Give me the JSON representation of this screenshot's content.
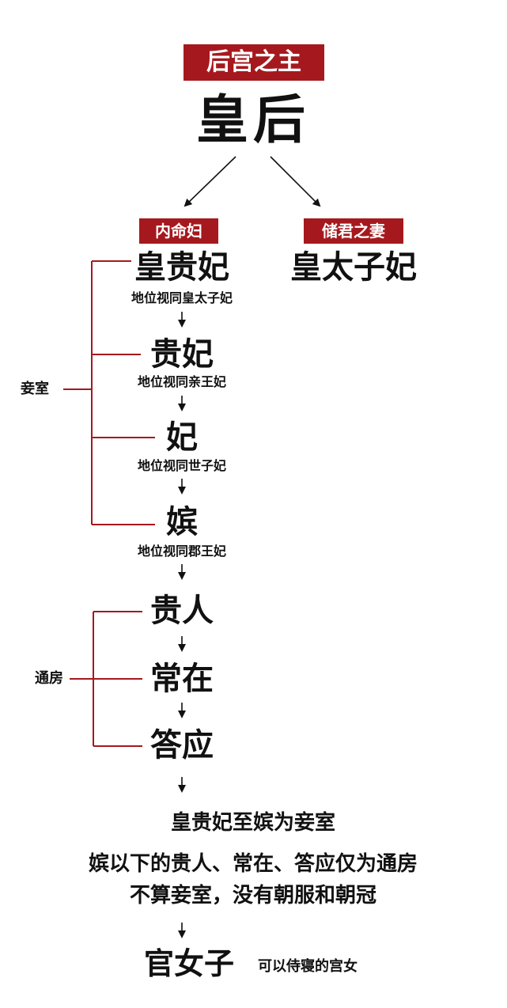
{
  "top": {
    "banner": "后宫之主",
    "title": "皇后"
  },
  "branch_left": {
    "banner": "内命妇",
    "ranks": [
      {
        "name": "皇贵妃",
        "note": "地位视同皇太子妃"
      },
      {
        "name": "贵妃",
        "note": "地位视同亲王妃"
      },
      {
        "name": "妃",
        "note": "地位视同世子妃"
      },
      {
        "name": "嫔",
        "note": "地位视同郡王妃"
      }
    ]
  },
  "branch_right": {
    "banner": "储君之妻",
    "title": "皇太子妃"
  },
  "group_qieshi": {
    "label": "妾室"
  },
  "group_tongfang": {
    "label": "通房",
    "ranks": [
      "贵人",
      "常在",
      "答应"
    ]
  },
  "summary": {
    "line1": "皇贵妃至嫔为妾室",
    "line2": "嫔以下的贵人、常在、答应仅为通房",
    "line3": "不算妾室，没有朝服和朝冠"
  },
  "bottom": {
    "title": "官女子",
    "note": "可以侍寝的宫女"
  },
  "colors": {
    "accent": "#a5191e",
    "text": "#111111",
    "background": "#ffffff"
  }
}
